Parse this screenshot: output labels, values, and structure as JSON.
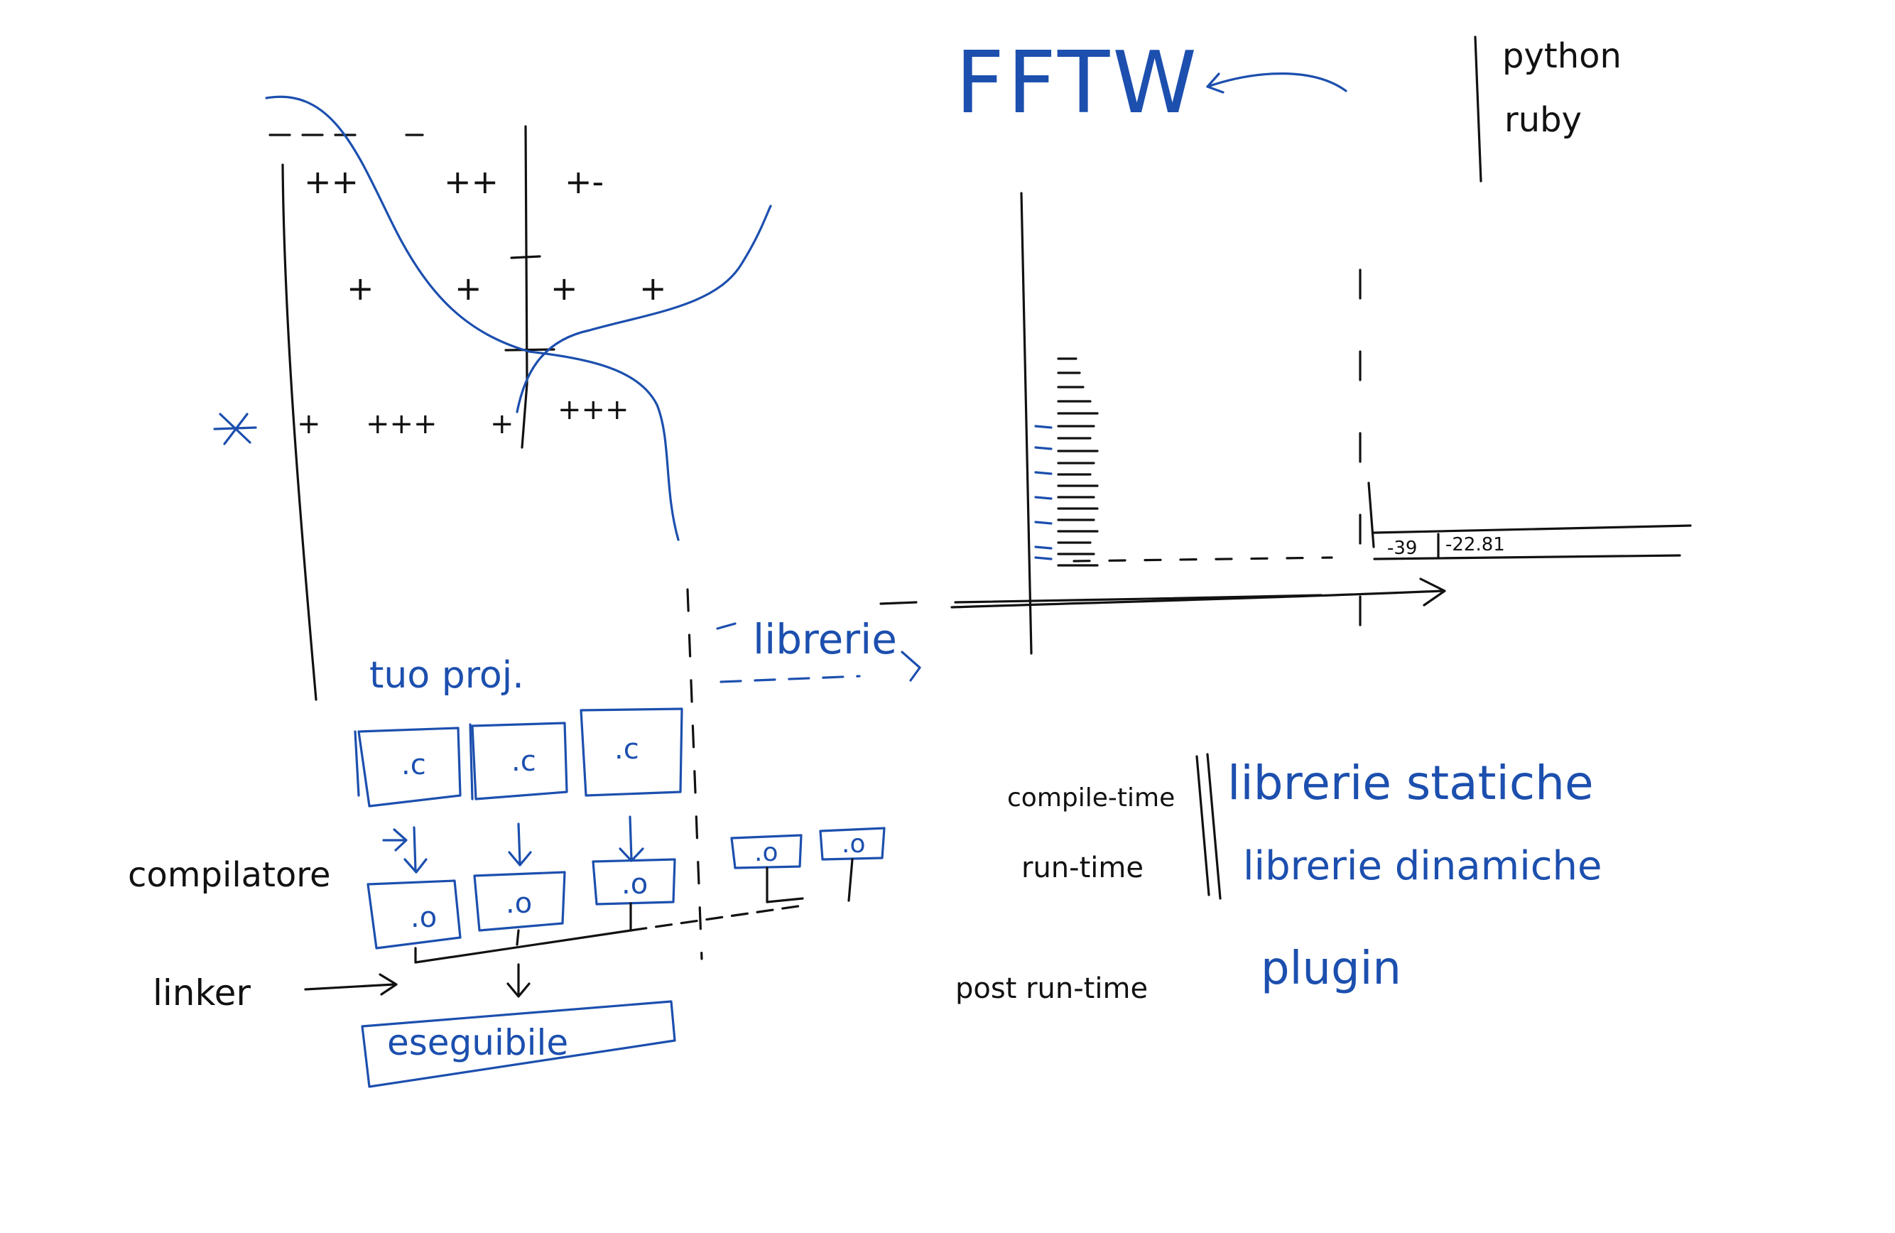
{
  "colors": {
    "ink_black": "#111111",
    "ink_blue": "#1c4fae",
    "paper": "#ffffff"
  },
  "top_right": {
    "fftw": "FFTW",
    "languages": [
      "python",
      "ruby"
    ]
  },
  "left_plot": {
    "star_mark": "*",
    "rows": [
      "++",
      "++",
      "+-",
      "+",
      "+",
      "+",
      "+",
      "+",
      "+++",
      "+",
      "+++"
    ]
  },
  "build": {
    "project_label": "tuo proj.",
    "sources": [
      ".c",
      ".c",
      ".c"
    ],
    "objects": [
      ".o",
      ".o",
      ".o"
    ],
    "library_objects": [
      ".o",
      ".o"
    ],
    "compiler_label": "compilatore",
    "linker_label": "linker",
    "executable_label": "eseguibile",
    "libraries_label": "librerie"
  },
  "bar_plot": {
    "values": [
      "-39",
      "-22.81"
    ]
  },
  "timing_table": {
    "rows": [
      {
        "phase": "compile-time",
        "kind": "librerie statiche"
      },
      {
        "phase": "run-time",
        "kind": "librerie dinamiche"
      },
      {
        "phase": "post run-time",
        "kind": "plugin"
      }
    ]
  }
}
